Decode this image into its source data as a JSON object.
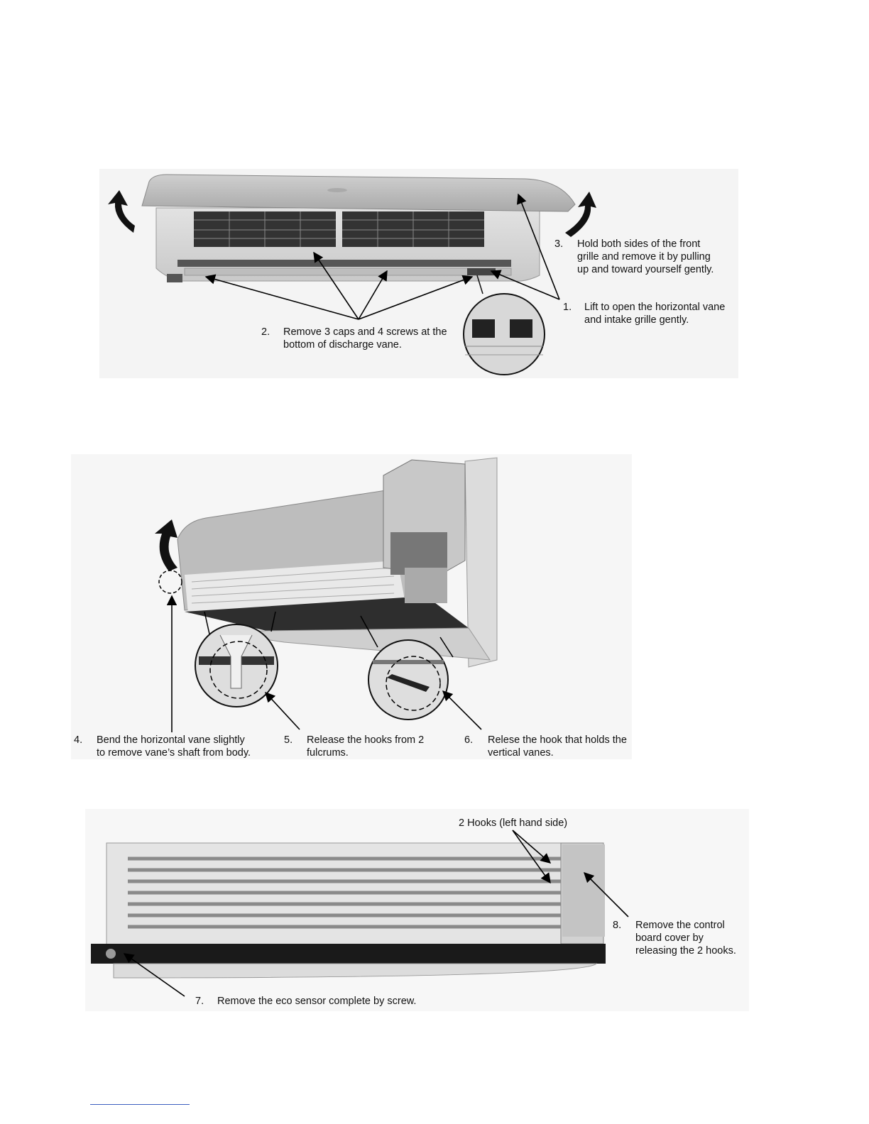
{
  "figure1": {
    "step1": {
      "num": "1.",
      "text": "Lift to open the horizontal vane\nand intake grille gently."
    },
    "step2": {
      "num": "2.",
      "text": "Remove 3 caps and 4 screws at the\nbottom of discharge vane."
    },
    "step3": {
      "num": "3.",
      "text": "Hold both sides of the front\ngrille and remove it by pulling\nup and toward yourself gently."
    }
  },
  "figure2": {
    "step4": {
      "num": "4.",
      "text": "Bend the horizontal vane slightly\nto remove vane’s shaft from body."
    },
    "step5": {
      "num": "5.",
      "text": "Release the hooks from 2\nfulcrums."
    },
    "step6": {
      "num": "6.",
      "text": "Relese the hook that holds the\nvertical vanes."
    }
  },
  "figure3": {
    "hooks_label": "2 Hooks (left hand side)",
    "step7": {
      "num": "7.",
      "text": "Remove the eco sensor complete by screw."
    },
    "step8": {
      "num": "8.",
      "text": "Remove the control\nboard cover by\nreleasing the 2 hooks."
    }
  }
}
